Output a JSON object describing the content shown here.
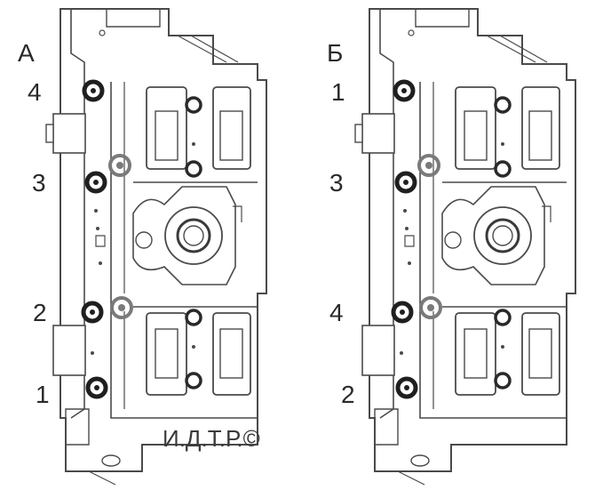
{
  "panels": [
    {
      "label": "А",
      "bolt_numbers": [
        "4",
        "3",
        "2",
        "1"
      ]
    },
    {
      "label": "Б",
      "bolt_numbers": [
        "1",
        "3",
        "4",
        "2"
      ]
    }
  ],
  "watermark": "И.Д.Т.Р.©",
  "colors": {
    "line": "#4a4a4a",
    "bolt": "#1f1f1f",
    "background": "#ffffff"
  }
}
